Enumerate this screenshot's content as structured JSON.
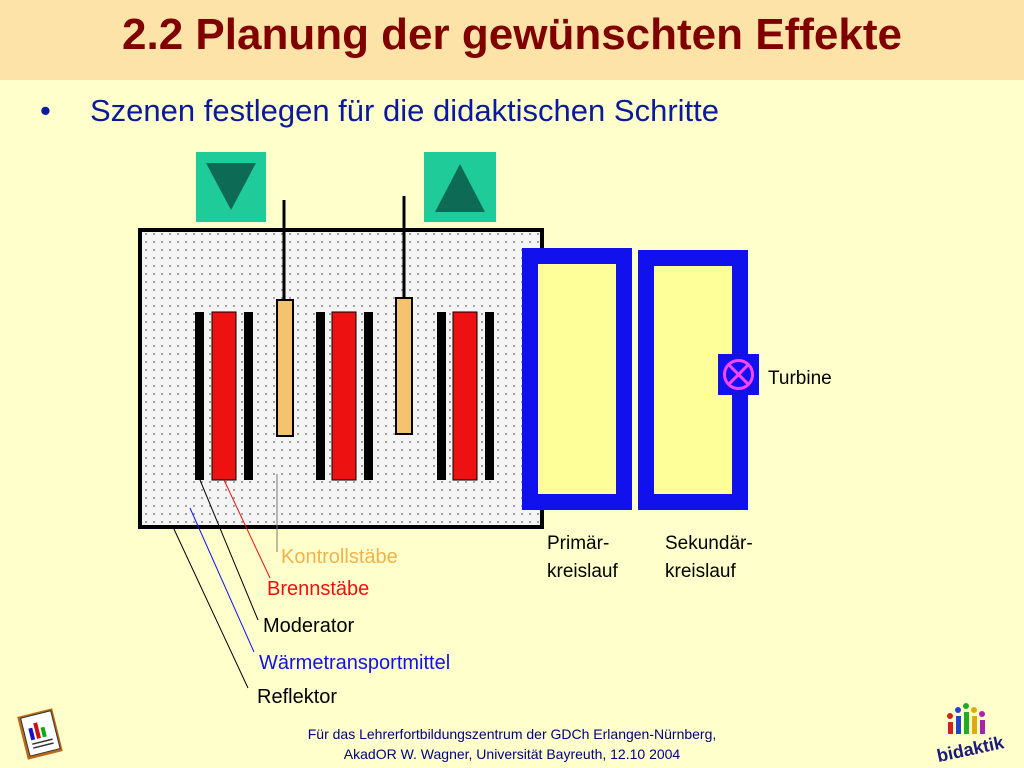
{
  "slide": {
    "title": "2.2 Planung der gewünschten Effekte",
    "bullet": "Szenen festlegen für die didaktischen Schritte"
  },
  "labels": {
    "kontrollstaebe": "Kontrollstäbe",
    "brennstaebe": "Brennstäbe",
    "moderator": "Moderator",
    "waermetransport": "Wärmetransportmittel",
    "reflektor": "Reflektor",
    "turbine": "Turbine",
    "primaer_line1": "Primär-",
    "primaer_line2": "kreislauf",
    "sekundaer_line1": "Sekundär-",
    "sekundaer_line2": "kreislauf"
  },
  "footer": {
    "line1": "Für das Lehrerfortbildungszentrum der GDCh Erlangen-Nürnberg,",
    "line2": "AkadOR W. Wagner, Universität Bayreuth, 12.10 2004"
  },
  "logo": {
    "text": "bidaktik"
  },
  "colors": {
    "background": "#ffffcc",
    "title": "#800000",
    "bullet": "#0b1a9c",
    "control_button": "#1fcc99",
    "control_rod": "#f5c36e",
    "fuel_rod": "#ee1111",
    "loop_blue": "#1111ee",
    "loop_fill": "#ffff99",
    "turbine_symbol": "#ff44ff"
  },
  "icons": {
    "down_button": "triangle-down-icon",
    "up_button": "triangle-up-icon",
    "turbine": "circle-x-icon",
    "document": "document-chart-icon"
  }
}
